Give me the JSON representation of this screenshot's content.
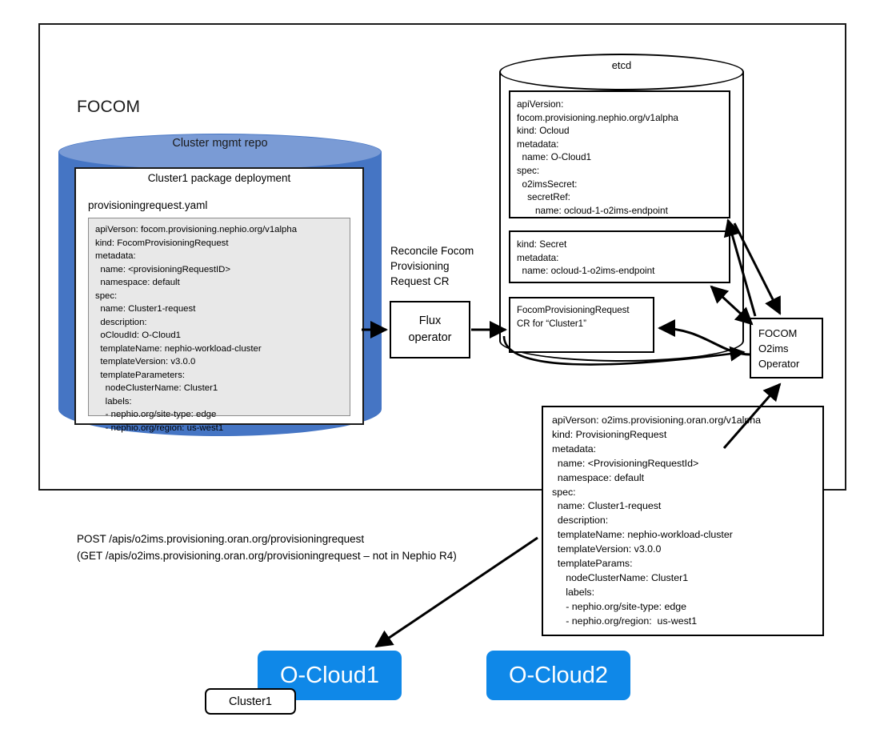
{
  "frame": {
    "title": "FOCOM"
  },
  "repo": {
    "cylinder_label": "Cluster mgmt repo",
    "panel_title": "Cluster1 package deployment",
    "file_label": "provisioningrequest.yaml",
    "yaml": "apiVerson: focom.provisioning.nephio.org/v1alpha\nkind: FocomProvisioningRequest\nmetadata:\n  name: <provisioningRequestID>\n  namespace: default\nspec:\n  name: Cluster1-request\n  description:\n  oCloudId: O-Cloud1\n  templateName: nephio-workload-cluster\n  templateVersion: v3.0.0\n  templateParameters:\n    nodeClusterName: Cluster1\n    labels:\n    - nephio.org/site-type: edge\n    - nephio.org/region: us-west1"
  },
  "reconcile": {
    "label": "Reconcile Focom\nProvisioning\nRequest CR"
  },
  "flux": {
    "line1": "Flux",
    "line2": "operator"
  },
  "etcd": {
    "label": "etcd",
    "ocloud_cr": "apiVersion:\nfocom.provisioning.nephio.org/v1alpha\nkind: Ocloud\nmetadata:\n  name: O-Cloud1\nspec:\n  o2imsSecret:\n    secretRef:\n       name: ocloud-1-o2ims-endpoint",
    "secret_cr": "kind: Secret\nmetadata:\n  name: ocloud-1-o2ims-endpoint",
    "fpr_cr": "FocomProvisioningRequest\nCR for “Cluster1”"
  },
  "operator": {
    "label": "FOCOM\nO2ims\nOperator"
  },
  "provisioning_request": {
    "yaml": "apiVerson: o2ims.provisioning.oran.org/v1alpha\nkind: ProvisioningRequest\nmetadata:\n  name: <ProvisioningRequestId>\n  namespace: default\nspec:\n  name: Cluster1-request\n  description:\n  templateName: nephio-workload-cluster\n  templateVersion: v3.0.0\n  templateParams:\n     nodeClusterName: Cluster1\n     labels:\n     - nephio.org/site-type: edge\n     - nephio.org/region:  us-west1"
  },
  "api_note": {
    "text": "POST /apis/o2ims.provisioning.oran.org/provisioningrequest\n(GET /apis/o2ims.provisioning.oran.org/provisioningrequest  – not in Nephio R4)"
  },
  "oclouds": [
    {
      "label": "O-Cloud1"
    },
    {
      "label": "O-Cloud2"
    }
  ],
  "cluster_chip": {
    "label": "Cluster1"
  },
  "colors": {
    "ocloud_blue": "#0F88E8",
    "repo_cylinder_body": "#4575C4",
    "repo_cylinder_top": "#7A9BD5",
    "yaml_panel_bg": "#e8e8e8",
    "stroke": "#000000"
  }
}
